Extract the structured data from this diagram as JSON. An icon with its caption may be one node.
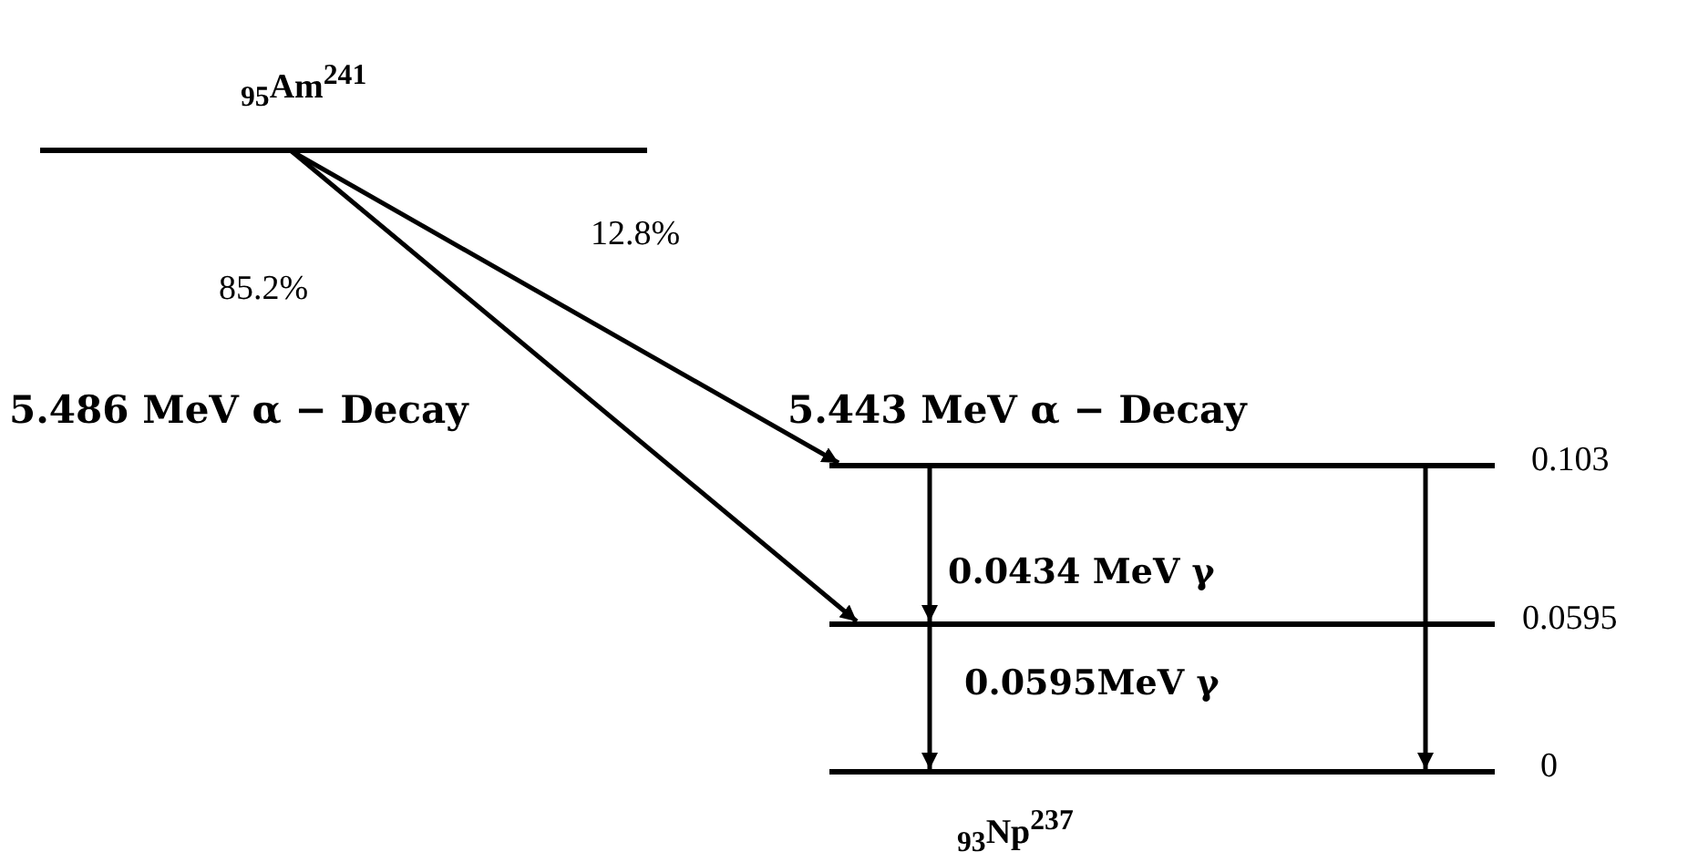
{
  "diagram": {
    "nodes": [
      {
        "text": [
          "$_{95}$Am$^{241}$"
        ]
      },
      {
        "text": [],
        "shape": "bar",
        "beside": [
          "0.103"
        ]
      },
      {
        "text": [],
        "shape": "bar",
        "beside": [
          "0.0595"
        ]
      },
      {
        "text": [
          "$_{93}$Np$^{237}$"
        ],
        "beside": [
          "0"
        ]
      }
    ],
    "edges": [
      {
        "from": 0,
        "to": 1,
        "arrow": "to",
        "label": "12.8%"
      },
      {
        "from": 0,
        "to": 2,
        "arrow": "to",
        "label": "85.2%"
      },
      {
        "from": 1,
        "to": 2,
        "arrow": "to",
        "label": "0.0434 MeV γ"
      },
      {
        "from": 2,
        "to": 3,
        "arrow": "to",
        "label": "0.0595MeV γ"
      },
      {
        "from": 1,
        "to": 3,
        "arrow": "to"
      }
    ],
    "labels": [
      "5.486 MeV α − Decay",
      "5.443 MeV α − Decay"
    ]
  }
}
